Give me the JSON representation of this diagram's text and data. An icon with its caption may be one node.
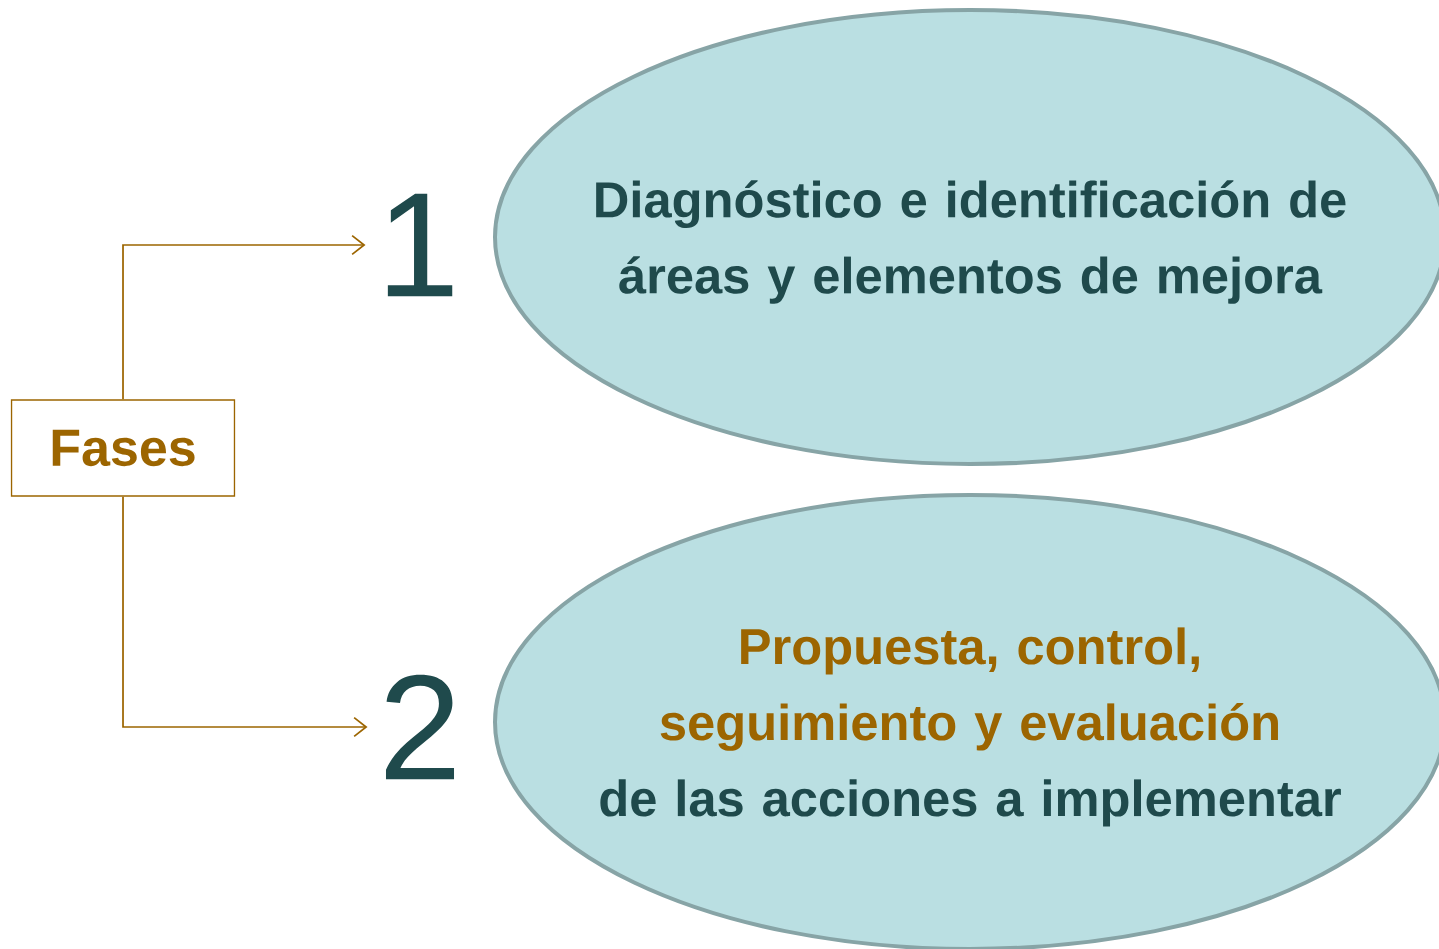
{
  "diagram": {
    "nodes": [
      {
        "text": [
          "Fases"
        ]
      },
      {
        "text": [
          "1"
        ]
      },
      {
        "text": [
          "Diagnóstico e identificación de áreas y elementos de mejora"
        ]
      },
      {
        "text": [
          "2"
        ]
      },
      {
        "text": [
          "Propuesta, control, seguimiento y evaluación",
          "de las acciones a implementar"
        ]
      }
    ],
    "edges": [
      {
        "from": 0,
        "to": 1,
        "arrow": "to"
      },
      {
        "from": 0,
        "to": 3,
        "arrow": "to"
      }
    ]
  }
}
